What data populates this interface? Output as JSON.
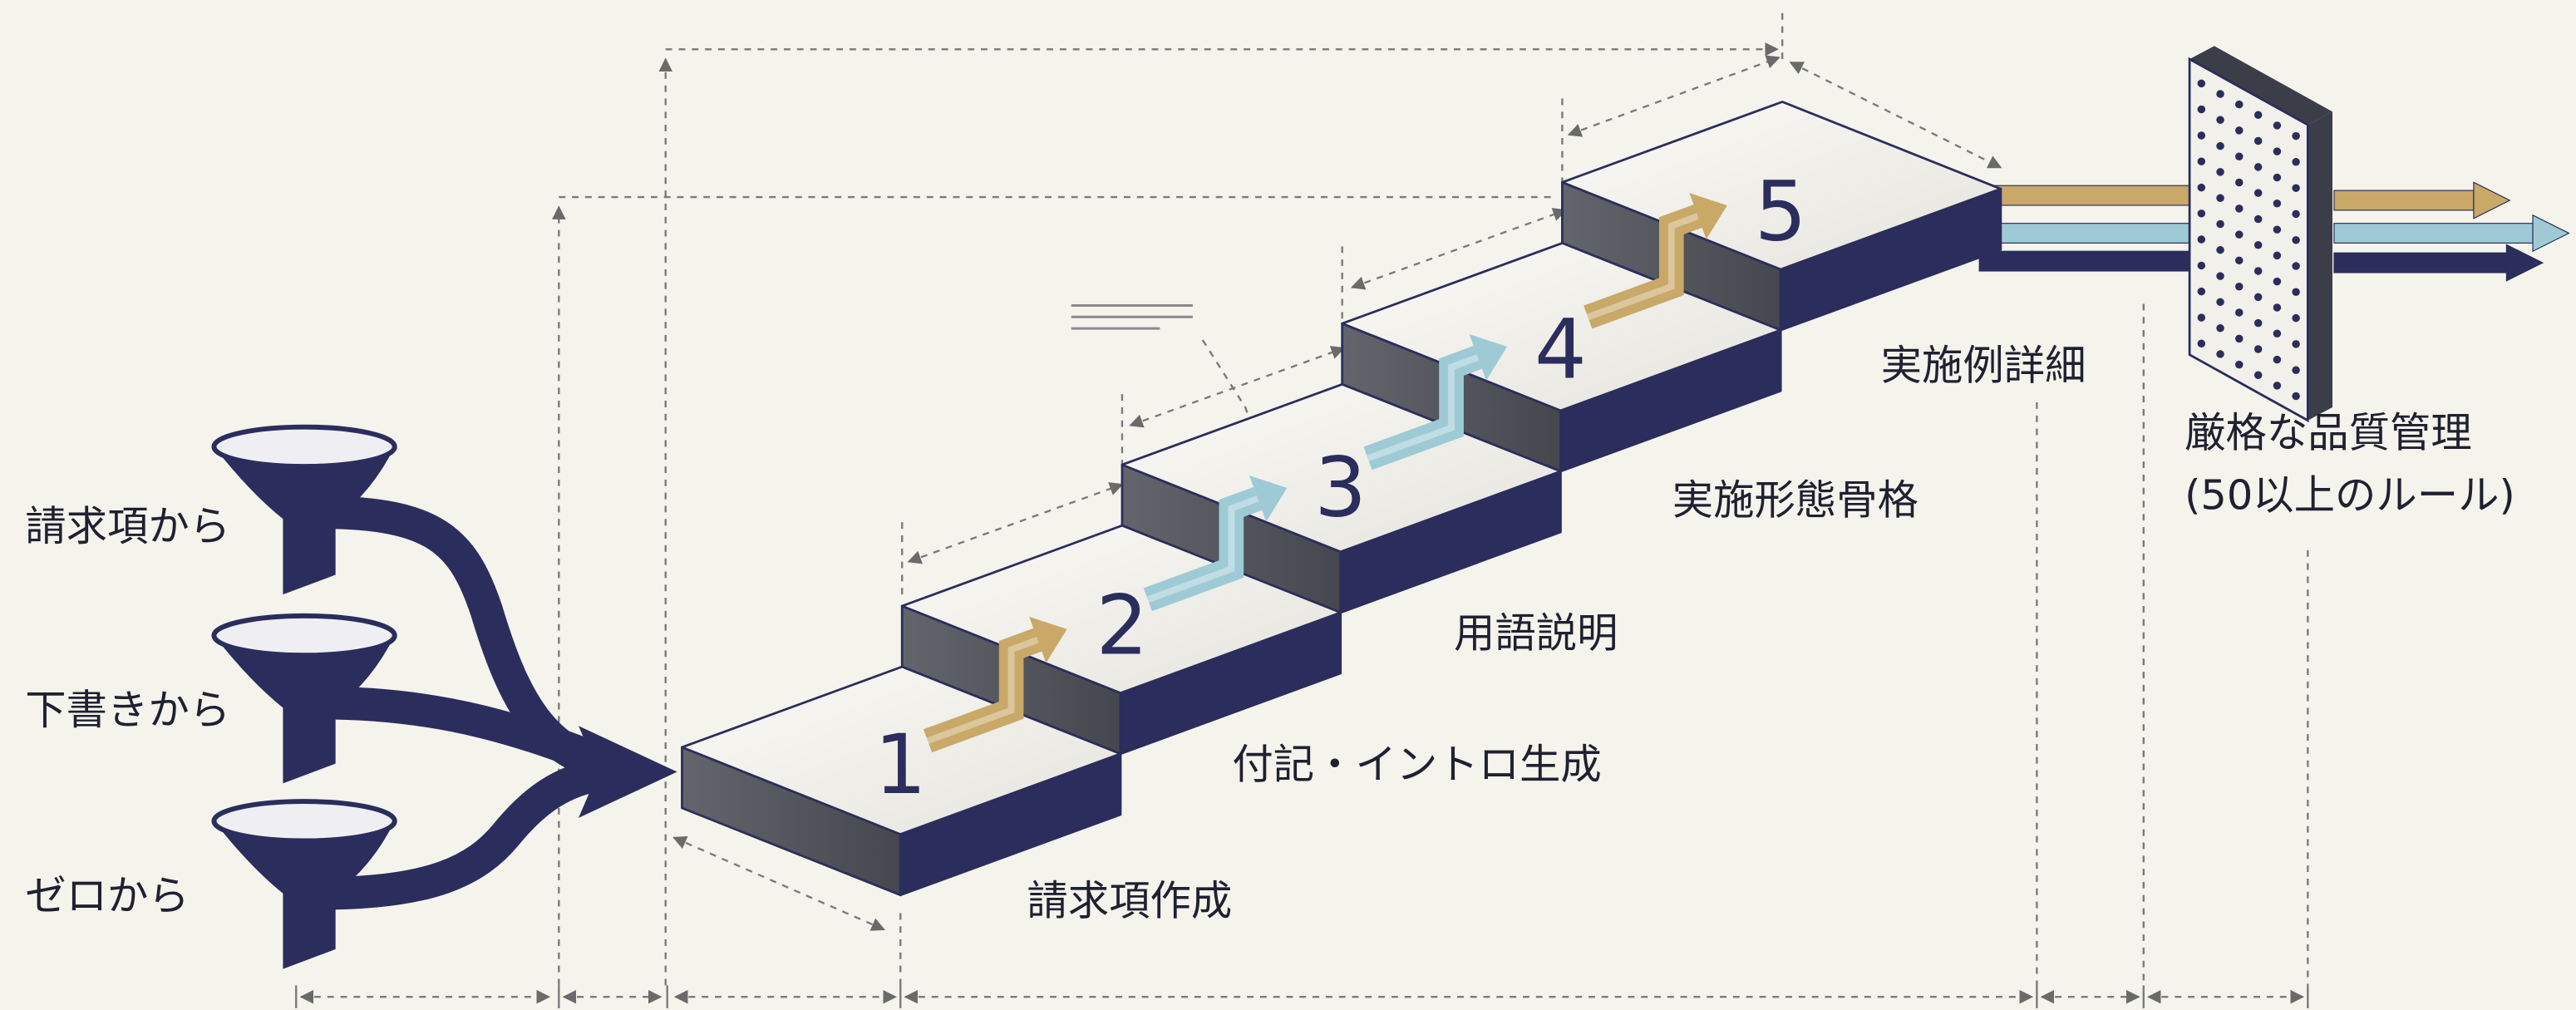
{
  "sources": [
    {
      "label": "請求項から"
    },
    {
      "label": "下書きから"
    },
    {
      "label": "ゼロから"
    }
  ],
  "steps": [
    {
      "number": "1",
      "label": "請求項作成"
    },
    {
      "number": "2",
      "label": "付記・イントロ生成"
    },
    {
      "number": "3",
      "label": "用語説明"
    },
    {
      "number": "4",
      "label": "実施形態骨格"
    },
    {
      "number": "5",
      "label": "実施例詳細"
    }
  ],
  "quality_gate": {
    "title": "厳格な品質管理",
    "subtitle": "(50以上のルール)"
  },
  "step_arrows": [
    "gold",
    "light_blue",
    "light_blue",
    "gold"
  ],
  "output_streams": [
    "gold",
    "light_blue",
    "navy"
  ],
  "colors": {
    "background": "#f4f3ec",
    "navy": "#2b2d5c",
    "riser": "#55575f",
    "gold": "#c9a868",
    "light_blue": "#9ecad6",
    "plate_side": "#3b3d48"
  }
}
